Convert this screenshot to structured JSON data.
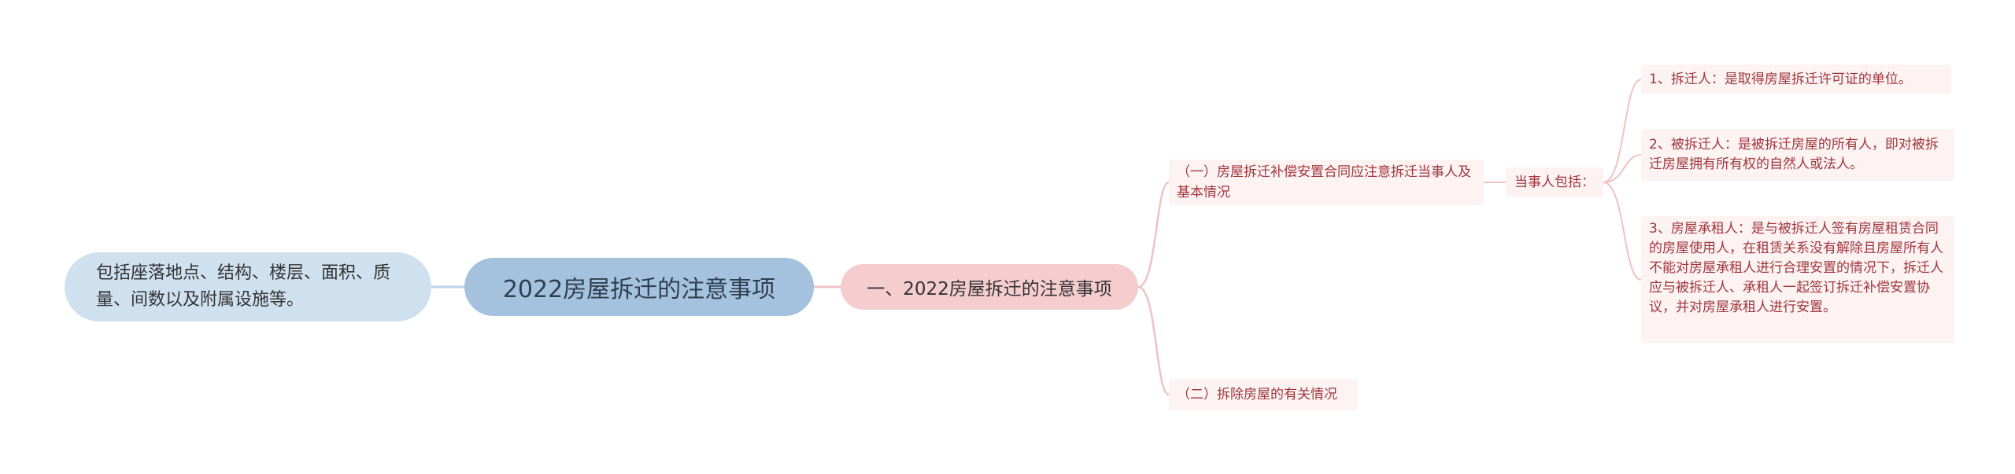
{
  "root": {
    "label": "2022房屋拆迁的注意事项"
  },
  "left_leaf": {
    "label": "包括座落地点、结构、楼层、面积、质量、间数以及附属设施等。"
  },
  "branch": {
    "label": "一、2022房屋拆迁的注意事项"
  },
  "subtopics": [
    {
      "label": "（一）房屋拆迁补偿安置合同应注意拆迁当事人及基本情况"
    },
    {
      "label": "（二）拆除房屋的有关情况"
    }
  ],
  "parties": {
    "label": "当事人包括："
  },
  "leaves": [
    {
      "label": "1、拆迁人：是取得房屋拆迁许可证的单位。"
    },
    {
      "label": "2、被拆迁人：是被拆迁房屋的所有人，即对被拆迁房屋拥有所有权的自然人或法人。"
    },
    {
      "label": "3、房屋承租人：是与被拆迁人签有房屋租赁合同的房屋使用人，在租赁关系没有解除且房屋所有人不能对房屋承租人进行合理安置的情况下，拆迁人应与被拆迁人、承租人一起签订拆迁补偿安置协议，并对房屋承租人进行安置。"
    }
  ],
  "colors": {
    "root_fill": "#a4c2de",
    "left_fill": "#cfe0ef",
    "branch_fill": "#f6cdcf",
    "leaf_fill": "#fdf3f3",
    "leaf_text": "#a0363e",
    "link_blue": "#bcd3e8",
    "link_pink": "#f0c2c5"
  }
}
